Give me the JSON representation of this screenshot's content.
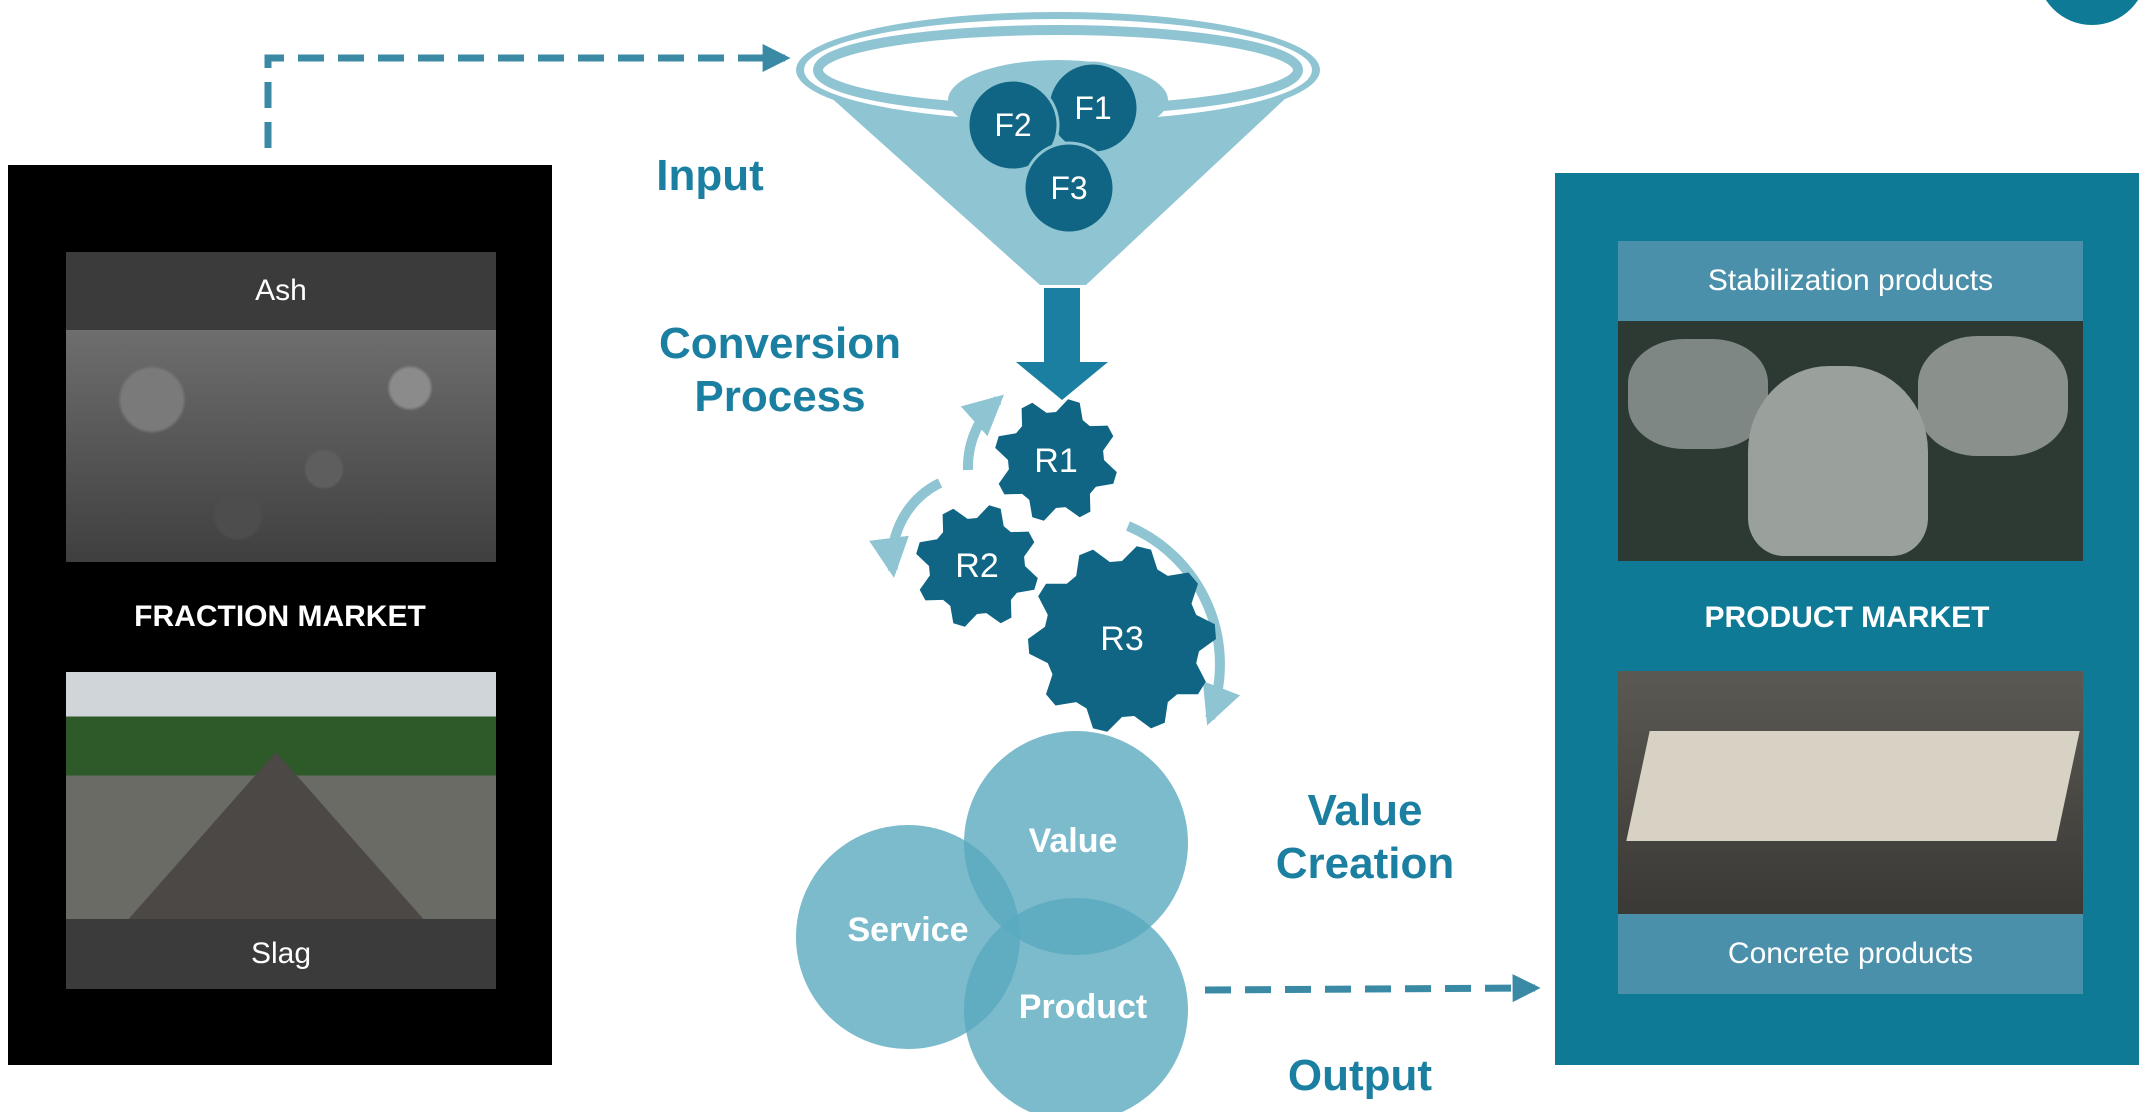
{
  "stages": {
    "input": "Input",
    "conversion_line1": "Conversion",
    "conversion_line2": "Process",
    "value_creation_line1": "Value",
    "value_creation_line2": "Creation",
    "output": "Output"
  },
  "fractions": [
    "F1",
    "F2",
    "F3"
  ],
  "reactors": [
    "R1",
    "R2",
    "R3"
  ],
  "venn": {
    "value": "Value",
    "service": "Service",
    "product": "Product"
  },
  "fraction_market": {
    "title": "FRACTION MARKET",
    "top_caption": "Ash",
    "bottom_caption": "Slag"
  },
  "product_market": {
    "title": "PRODUCT MARKET",
    "top_caption": "Stabilization products",
    "bottom_caption": "Concrete products"
  },
  "colors": {
    "accent": "#1a7fa0",
    "dark_teal": "#0f6583",
    "light_teal": "#8fc4d2",
    "venn": "#5aaabf",
    "panel": "#0f7a95"
  }
}
